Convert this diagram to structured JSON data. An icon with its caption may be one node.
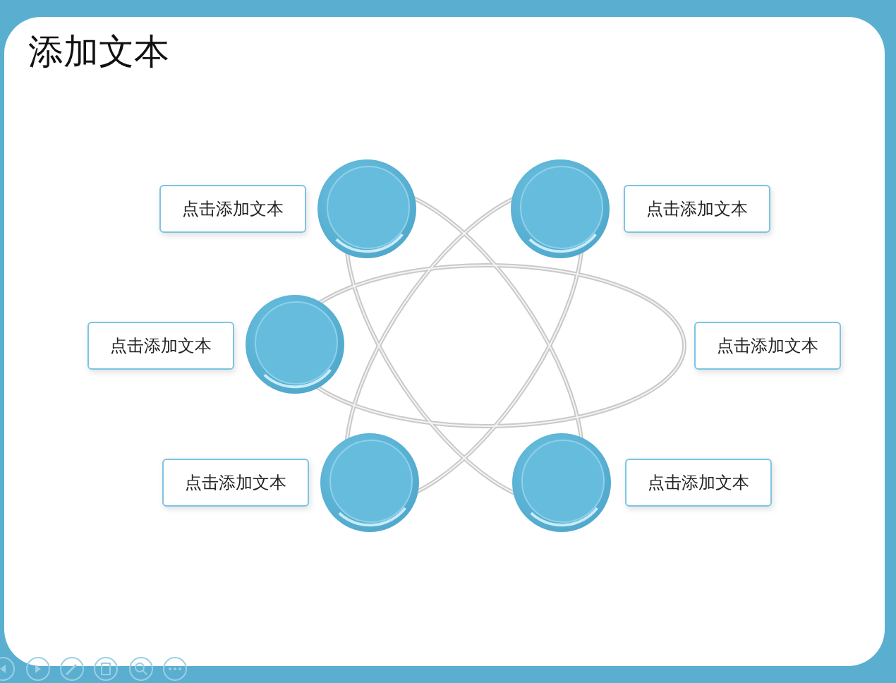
{
  "diagram": {
    "title": "添加文本",
    "nodes": [
      {
        "text": [
          "点击添加文本"
        ]
      },
      {
        "text": [],
        "shape": "circle"
      },
      {
        "text": [],
        "shape": "circle"
      },
      {
        "text": [
          "点击添加文本"
        ]
      },
      {
        "text": [
          "点击添加文本"
        ]
      },
      {
        "text": [],
        "shape": "circle"
      },
      {
        "text": [
          "点击添加文本"
        ]
      },
      {
        "text": [
          "点击添加文本"
        ]
      },
      {
        "text": [],
        "shape": "circle"
      },
      {
        "text": [],
        "shape": "circle"
      },
      {
        "text": [
          "点击添加文本"
        ]
      }
    ]
  }
}
